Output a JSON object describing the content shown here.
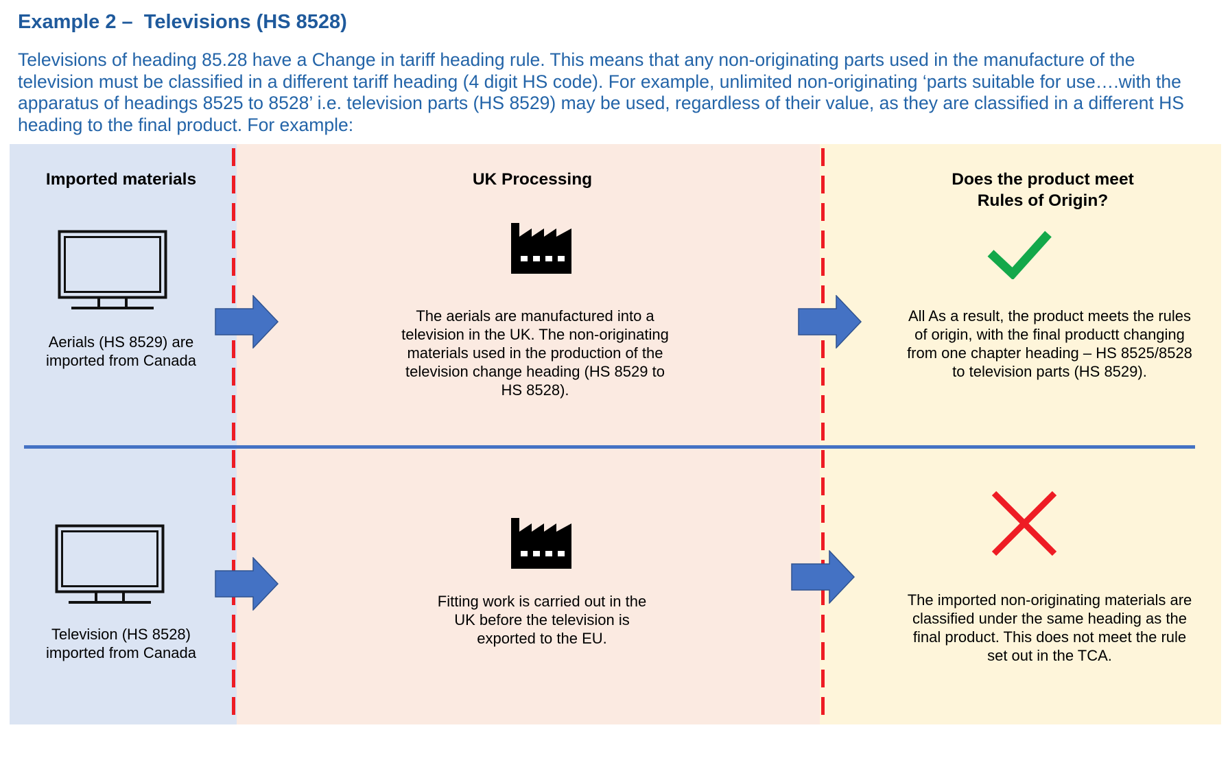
{
  "title": "Example 2 –  Televisions (HS 8528)",
  "intro": "Televisions of heading 85.28 have a Change in tariff heading  rule. This means that any non-originating parts used in the manufacture of the television must be classified in a different tariff heading (4 digit HS code). For example, unlimited non-originating ‘parts suitable for use….with the apparatus of headings 8525 to 8528’ i.e. television parts (HS 8529) may be used, regardless of their value, as they are classified in a different HS heading to the final product. For example:",
  "columns": {
    "imported": "Imported materials",
    "processing": "UK Processing",
    "result": "Does the product meet\nRules of Origin?"
  },
  "rows": [
    {
      "imported": "Aerials (HS 8529) are\nimported from Canada",
      "processing": "The aerials are manufactured into a\ntelevision in the UK. The non-originating\nmaterials used in the production of the\ntelevision change heading (HS 8529 to\nHS 8528).",
      "result": "All As a result, the product meets the rules\nof origin, with the final productt changing\nfrom one chapter heading – HS 8525/8528\nto television parts (HS 8529).",
      "outcome_icon": "check-icon"
    },
    {
      "imported": "Television (HS 8528)\nimported from Canada",
      "processing": "Fitting work is carried out in the\nUK before the television is\nexported to the EU.",
      "result": "The imported non-originating materials are\nclassified under the same heading as the\nfinal product. This does not meet the rule\nset out in the TCA.",
      "outcome_icon": "cross-icon"
    }
  ],
  "icons": [
    "television-icon",
    "factory-icon",
    "arrow-right-icon",
    "check-icon",
    "cross-icon"
  ],
  "colors": {
    "title": "#1f5a9c",
    "intro": "#2364a8",
    "imported_bg": "#dbe4f3",
    "processing_bg": "#fbeae1",
    "result_bg": "#fef5da",
    "divider_dash": "#ee1c24",
    "row_divider": "#4472c4",
    "arrow": "#4472c4",
    "check": "#13a84a",
    "cross": "#ee1c24"
  }
}
